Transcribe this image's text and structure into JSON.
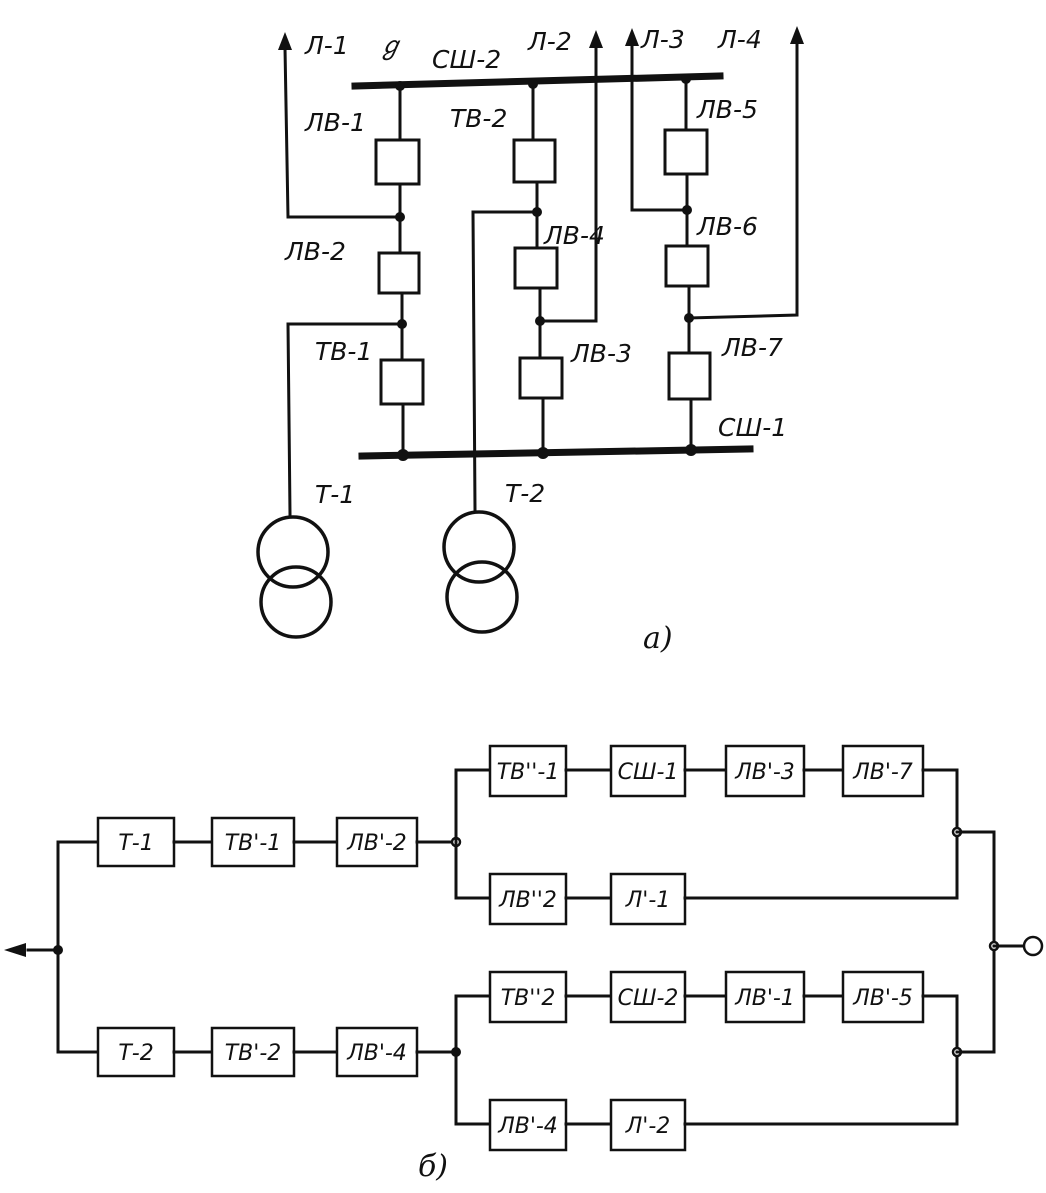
{
  "diagram_a": {
    "caption": "а)",
    "mark": "ℊ",
    "buses": {
      "sh2": "СШ-2",
      "sh1": "СШ-1"
    },
    "lines": {
      "l1": "Л-1",
      "l2": "Л-2",
      "l3": "Л-3",
      "l4": "Л-4"
    },
    "breakers": {
      "lv1": "ЛВ-1",
      "lv2": "ЛВ-2",
      "tv1": "ТВ-1",
      "tv2": "ТВ-2",
      "lv4": "ЛВ-4",
      "lv3": "ЛВ-3",
      "lv5": "ЛВ-5",
      "lv6": "ЛВ-6",
      "lv7": "ЛВ-7"
    },
    "transformers": {
      "t1": "Т-1",
      "t2": "Т-2"
    }
  },
  "diagram_b": {
    "caption": "б)",
    "blocks": {
      "t1": "Т-1",
      "tvp1": "ТВ'-1",
      "lvp2": "ЛВ'-2",
      "tvpp1": "ТВ''-1",
      "sh1": "СШ-1",
      "lvp3": "ЛВ'-3",
      "lvp7": "ЛВ'-7",
      "lvpp2": "ЛВ''2",
      "lp1": "Л'-1",
      "t2": "Т-2",
      "tvp2": "ТВ'-2",
      "lvp4a": "ЛВ'-4",
      "tvpp2": "ТВ''2",
      "sh2": "СШ-2",
      "lvp1": "ЛВ'-1",
      "lvp5": "ЛВ'-5",
      "lvp4b": "ЛВ'-4",
      "lp2": "Л'-2"
    }
  }
}
